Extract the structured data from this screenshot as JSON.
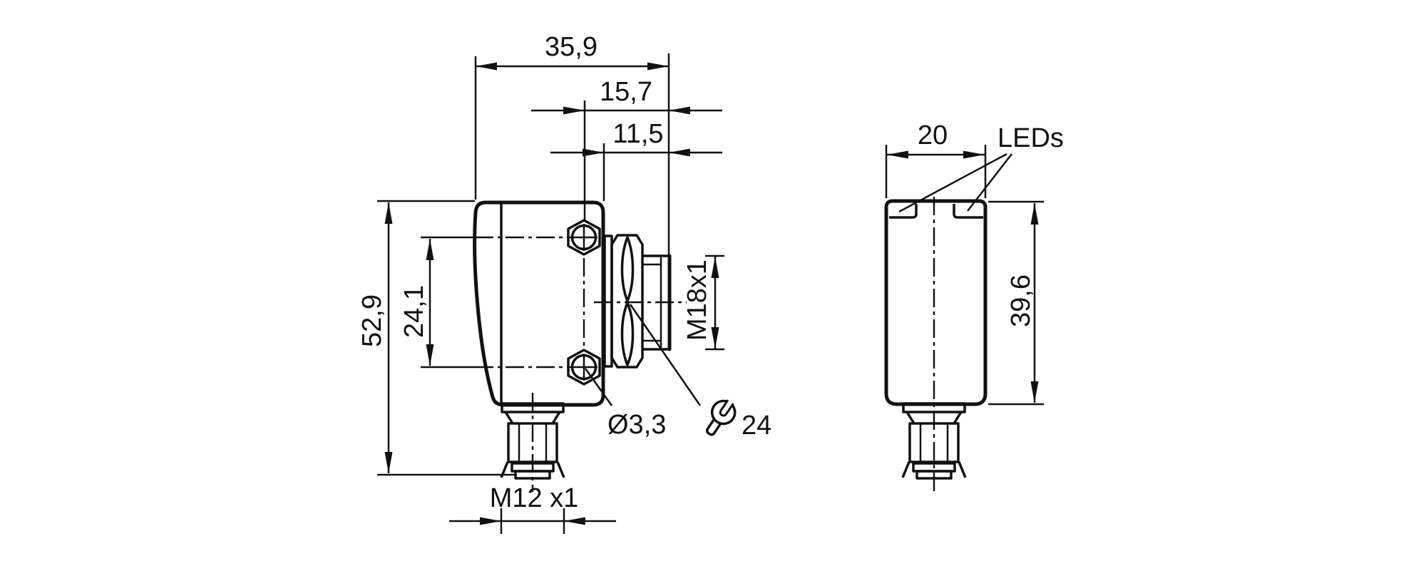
{
  "drawing": {
    "type": "technical-dimension-drawing",
    "views": {
      "side_view": {
        "overall_width_mm": "35,9",
        "barrel_tip_to_hole_axis_mm": "15,7",
        "barrel_protrusion_mm": "11,5",
        "overall_height_mm": "52,9",
        "mounting_hole_spacing_mm": "24,1",
        "lens_thread_label": "M18x1",
        "mounting_hole_diameter_label": "Ø3,3",
        "wrench_size": "24",
        "connector_thread_label": "M12 x1"
      },
      "front_view": {
        "body_width_mm": "20",
        "body_height_mm": "39,6",
        "led_label": "LEDs"
      }
    },
    "colors": {
      "line": "#111111",
      "background": "#ffffff"
    }
  }
}
